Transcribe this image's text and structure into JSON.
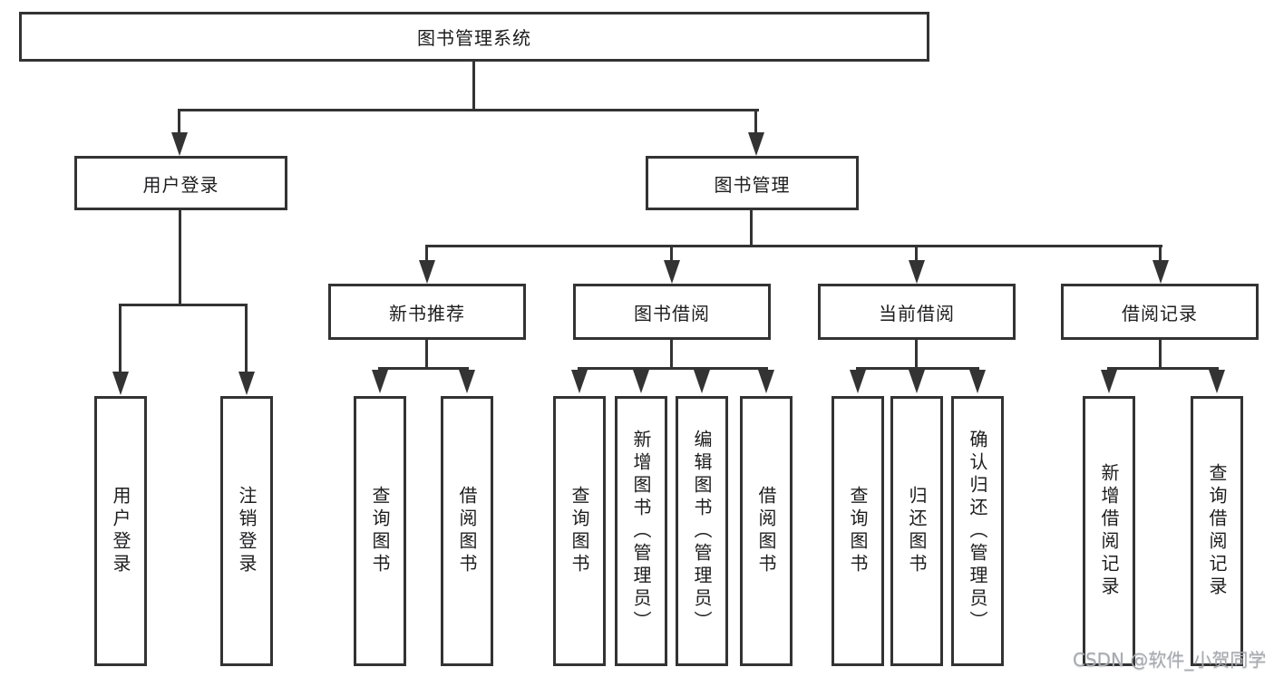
{
  "diagram": {
    "kind": "hierarchy-tree",
    "language": "zh-CN",
    "colors": {
      "line": "#333333",
      "box_border": "#333333",
      "box_fill": "#ffffff",
      "text": "#1d1d1f",
      "watermark_text": "#a6aab0",
      "background": "#ffffff"
    }
  },
  "tree": {
    "label": "图书管理系统",
    "children": [
      {
        "label": "用户登录",
        "children": [
          {
            "label": "用户登录"
          },
          {
            "label": "注销登录"
          }
        ]
      },
      {
        "label": "图书管理",
        "children": [
          {
            "label": "新书推荐",
            "children": [
              {
                "label": "查询图书"
              },
              {
                "label": "借阅图书"
              }
            ]
          },
          {
            "label": "图书借阅",
            "children": [
              {
                "label": "查询图书"
              },
              {
                "label": "新增图书（管理员）"
              },
              {
                "label": "编辑图书（管理员）"
              },
              {
                "label": "借阅图书"
              }
            ]
          },
          {
            "label": "当前借阅",
            "children": [
              {
                "label": "查询图书"
              },
              {
                "label": "归还图书"
              },
              {
                "label": "确认归还（管理员）"
              }
            ]
          },
          {
            "label": "借阅记录",
            "children": [
              {
                "label": "新增借阅记录"
              },
              {
                "label": "查询借阅记录"
              }
            ]
          }
        ]
      }
    ]
  },
  "watermark": {
    "text": "CSDN @软件_小贺同学"
  }
}
